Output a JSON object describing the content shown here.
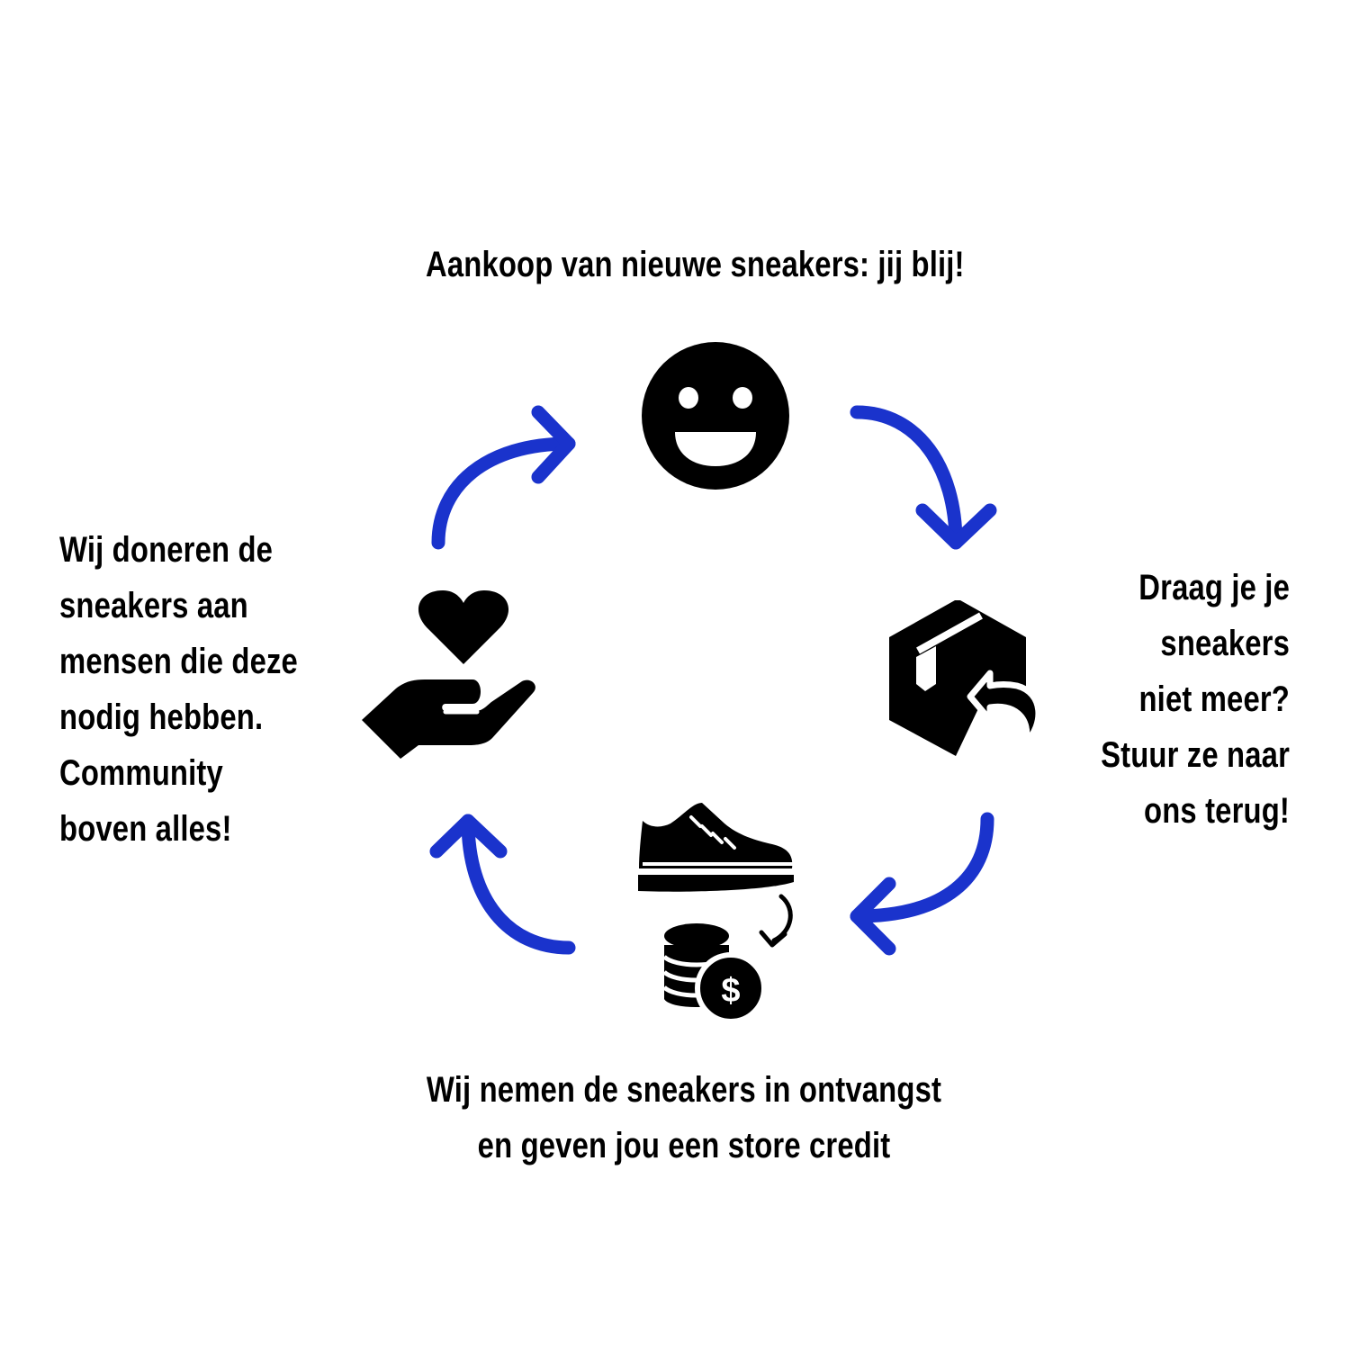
{
  "steps": {
    "top": {
      "lines": [
        "Aankoop van nieuwe sneakers: jij blij!"
      ],
      "icon": "smiley-face-icon"
    },
    "right": {
      "lines": [
        "Draag je je",
        "sneakers",
        "niet meer?",
        "Stuur ze naar",
        "ons terug!"
      ],
      "icon": "package-return-icon"
    },
    "bottom": {
      "lines": [
        "Wij nemen de sneakers in ontvangst",
        "en geven jou een store credit"
      ],
      "icon": "sneaker-to-coins-icon"
    },
    "left": {
      "lines": [
        "Wij doneren de",
        "sneakers aan",
        "mensen die deze",
        "nodig hebben.",
        "Community",
        "boven alles!"
      ],
      "icon": "hand-heart-icon"
    }
  },
  "colors": {
    "arrow": "#1a33cc",
    "icon": "#000000",
    "text": "#000000",
    "background": "#ffffff"
  }
}
